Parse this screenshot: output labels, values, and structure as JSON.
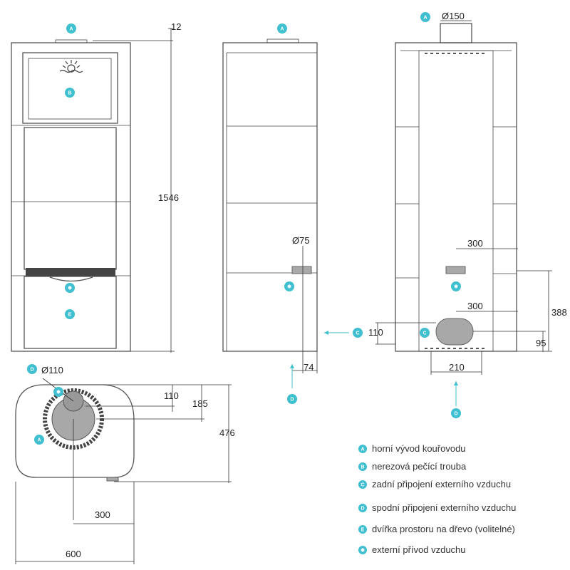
{
  "dimensions": {
    "top_offset": "12",
    "total_height": "1546",
    "inlet_diameter_side": "Ø75",
    "side_back_offset": "74",
    "flue_diameter": "Ø150",
    "back_upper_offset": "300",
    "back_lower_offset": "300",
    "back_height": "388",
    "back_left_height": "110",
    "back_bottom_offset": "95",
    "back_width": "210",
    "plan_diameter": "Ø110",
    "plan_a": "110",
    "plan_b": "185",
    "plan_depth": "476",
    "plan_offset": "300",
    "plan_width": "600"
  },
  "markers": {
    "A": "A",
    "B": "B",
    "C": "C",
    "D": "D",
    "E": "E",
    "star": "✱"
  },
  "legend": [
    {
      "marker": "A",
      "label": "horní vývod kouřovodu"
    },
    {
      "marker": "B",
      "label": "nerezová pečící trouba"
    },
    {
      "marker": "C",
      "label": "zadní připojení externího vzduchu"
    },
    {
      "marker": "D",
      "label": "spodní připojení externího vzduchu"
    },
    {
      "marker": "E",
      "label": "dvířka prostoru na dřevo (volitelné)"
    },
    {
      "marker": "✱",
      "label": "externí přívod vzduchu"
    }
  ],
  "colors": {
    "accent": "#3fbfd0",
    "line": "#555555",
    "fill_grey": "#a8a8a8"
  }
}
